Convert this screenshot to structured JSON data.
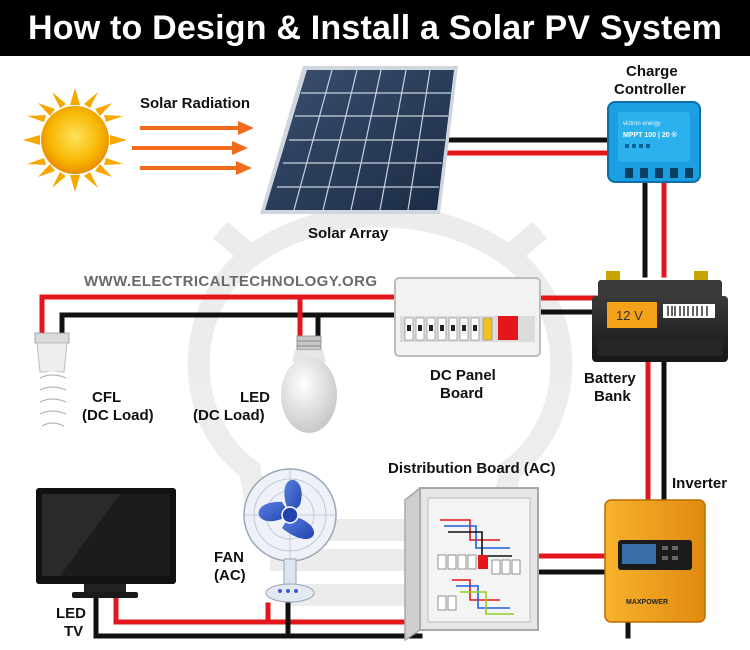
{
  "title": "How to Design & Install a Solar PV System",
  "watermark": "WWW.ELECTRICALTECHNOLOGY.ORG",
  "labels": {
    "solar_radiation": "Solar Radiation",
    "solar_array": "Solar Array",
    "charge_controller_1": "Charge",
    "charge_controller_2": "Controller",
    "battery_bank_1": "Battery",
    "battery_bank_2": "Bank",
    "cfl_1": "CFL",
    "cfl_2": "(DC Load)",
    "led_1": "LED",
    "led_2": "(DC Load)",
    "dc_panel_1": "DC Panel",
    "dc_panel_2": "Board",
    "inverter": "Inverter",
    "distribution_board": "Distribution Board (AC)",
    "fan_1": "FAN",
    "fan_2": "(AC)",
    "tv_1": "LED",
    "tv_2": "TV"
  },
  "device_text": {
    "controller_model": "MPPT 100 | 20 ®",
    "battery_voltage": "12 V",
    "inverter_brand": "MAXPOWER"
  },
  "colors": {
    "positive_wire": "#e3171b",
    "negative_wire": "#111111",
    "controller_blue": "#1b9fe0",
    "inverter_orange": "#f5a21b",
    "sun_yellow": "#f7b500",
    "arrow_orange": "#f26a1b"
  }
}
